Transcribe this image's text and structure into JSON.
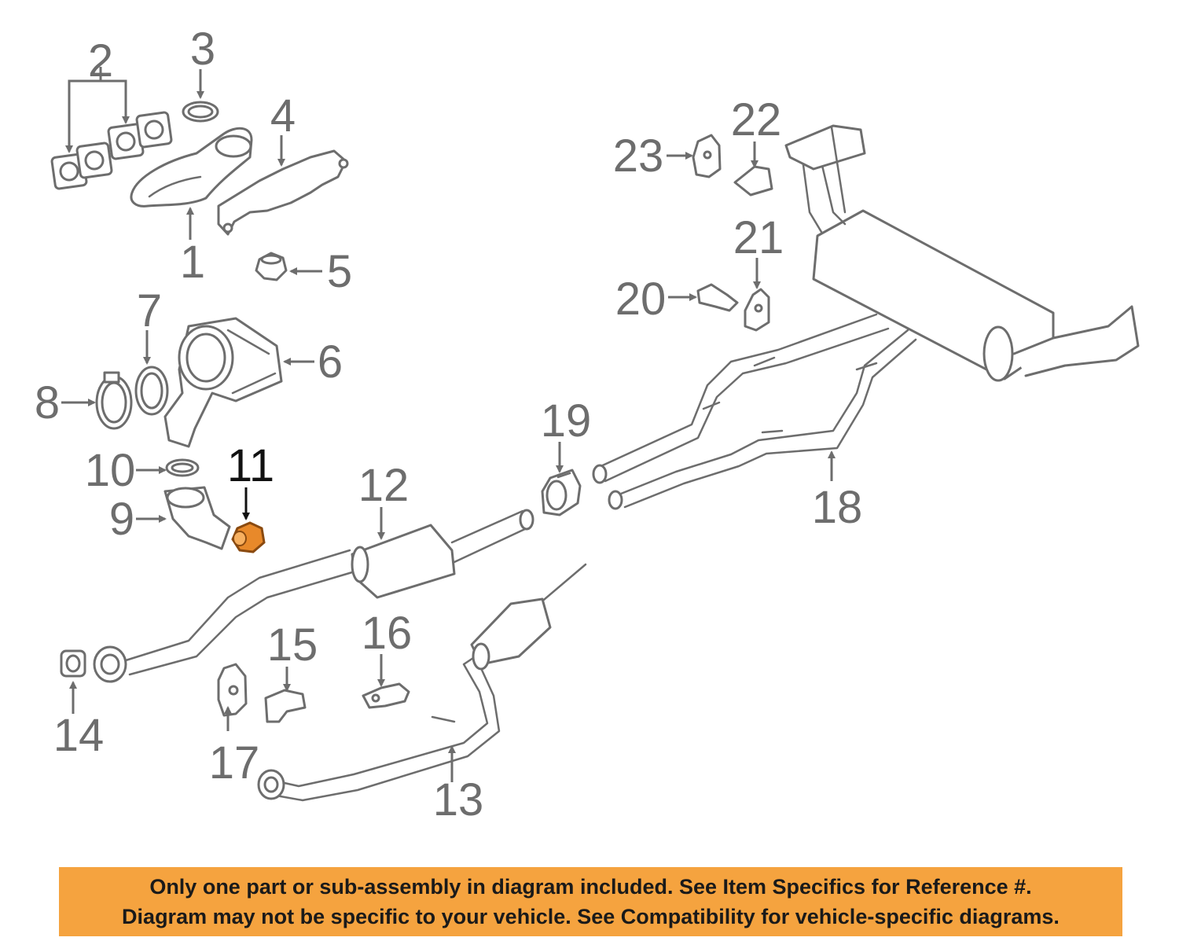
{
  "diagram": {
    "callouts": [
      {
        "id": "c1",
        "label": "1"
      },
      {
        "id": "c2",
        "label": "2"
      },
      {
        "id": "c3",
        "label": "3"
      },
      {
        "id": "c4",
        "label": "4"
      },
      {
        "id": "c5",
        "label": "5"
      },
      {
        "id": "c6",
        "label": "6"
      },
      {
        "id": "c7",
        "label": "7"
      },
      {
        "id": "c8",
        "label": "8"
      },
      {
        "id": "c9",
        "label": "9"
      },
      {
        "id": "c10",
        "label": "10"
      },
      {
        "id": "c11",
        "label": "11",
        "highlighted": true
      },
      {
        "id": "c12",
        "label": "12"
      },
      {
        "id": "c13",
        "label": "13"
      },
      {
        "id": "c14",
        "label": "14"
      },
      {
        "id": "c15",
        "label": "15"
      },
      {
        "id": "c16",
        "label": "16"
      },
      {
        "id": "c17",
        "label": "17"
      },
      {
        "id": "c18",
        "label": "18"
      },
      {
        "id": "c19",
        "label": "19"
      },
      {
        "id": "c20",
        "label": "20"
      },
      {
        "id": "c21",
        "label": "21"
      },
      {
        "id": "c22",
        "label": "22"
      },
      {
        "id": "c23",
        "label": "23"
      }
    ],
    "highlight_color": "#e8892a",
    "line_color": "#6d6d6d"
  },
  "banner": {
    "line1": "Only one part or sub-assembly in diagram included. See Item Specifics for Reference #.",
    "line2": "Diagram may not be specific to your vehicle. See Compatibility for vehicle-specific diagrams.",
    "background": "#f5a33f"
  }
}
